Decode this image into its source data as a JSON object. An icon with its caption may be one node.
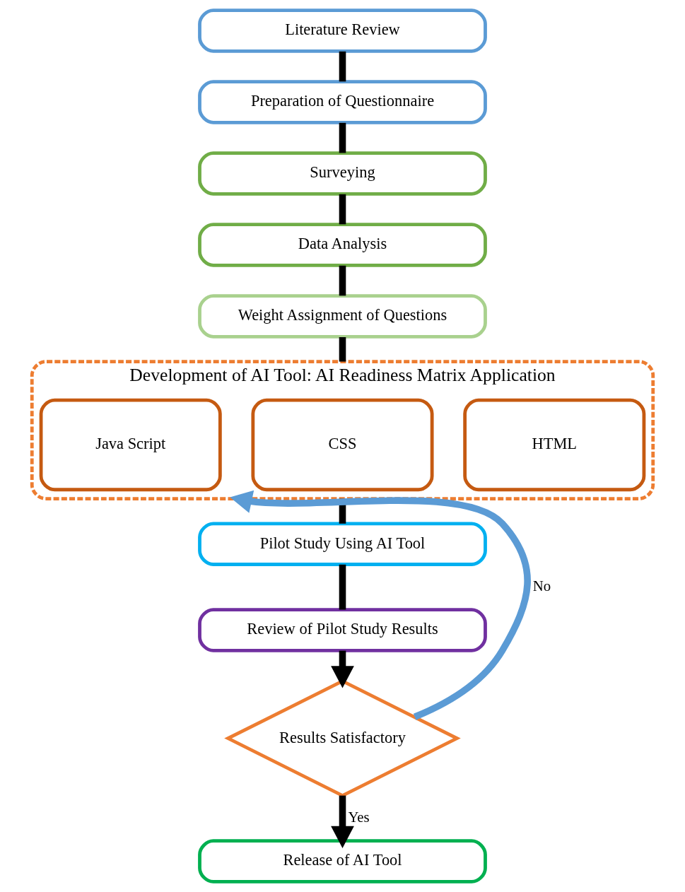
{
  "diagram": {
    "nodes": [
      {
        "text": [
          "Literature Review"
        ]
      },
      {
        "text": [
          "Preparation of Questionnaire"
        ]
      },
      {
        "text": [
          "Surveying"
        ]
      },
      {
        "text": [
          "Data Analysis"
        ]
      },
      {
        "text": [
          "Weight Assignment of Questions"
        ]
      },
      {
        "text": [
          "Development of AI Tool: AI Readiness Matrix Application"
        ]
      },
      {
        "text": [
          "HTML"
        ],
        "in": 5
      },
      {
        "text": [
          "CSS"
        ],
        "in": 5
      },
      {
        "text": [
          "Java Script"
        ],
        "in": 5
      },
      {
        "text": [
          "Pilot Study Using AI Tool"
        ]
      },
      {
        "text": [
          "Review of Pilot Study Results"
        ]
      },
      {
        "text": [
          "Results Satisfactory"
        ]
      },
      {
        "text": [
          "Release of AI Tool"
        ]
      }
    ],
    "edges": [
      {
        "from": 0,
        "to": 1,
        "arrow": "none"
      },
      {
        "from": 1,
        "to": 2,
        "arrow": "none"
      },
      {
        "from": 2,
        "to": 3,
        "arrow": "none"
      },
      {
        "from": 3,
        "to": 4,
        "arrow": "none"
      },
      {
        "from": 4,
        "to": 5,
        "arrow": "none"
      },
      {
        "from": 5,
        "to": 9,
        "arrow": "none"
      },
      {
        "from": 9,
        "to": 10,
        "arrow": "none"
      },
      {
        "from": 10,
        "to": 11,
        "arrow": "to"
      },
      {
        "from": 11,
        "to": 12,
        "arrow": "to",
        "label": "Yes"
      },
      {
        "from": 11,
        "to": 5,
        "arrow": "to",
        "color": "#5b9bd5",
        "label": "No"
      }
    ]
  }
}
